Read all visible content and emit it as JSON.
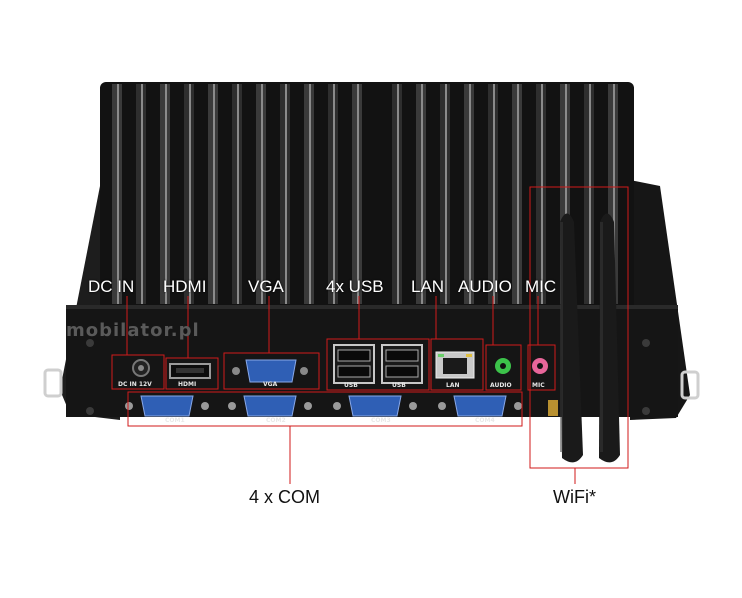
{
  "image": {
    "logo_text": "mobilator.pl"
  },
  "labels": {
    "dc_in": "DC IN",
    "hdmi": "HDMI",
    "vga": "VGA",
    "usb": "4x USB",
    "lan": "LAN",
    "audio": "AUDIO",
    "mic": "MIC",
    "com": "4 x COM",
    "wifi": "WiFi*"
  },
  "silkscreen": {
    "dc_in": "DC IN 12V",
    "hdmi": "HDMI",
    "vga": "VGA",
    "usb1": "USB",
    "usb2": "USB",
    "lan": "LAN",
    "audio": "AUDIO",
    "mic": "MIC",
    "com1": "COM1",
    "com2": "COM2",
    "com3": "COM3",
    "com4": "COM4"
  },
  "colors": {
    "callout": "#d11a1a",
    "device": "#141414",
    "vga_port": "#2f5fb5",
    "audio_jack": "#3cc24a",
    "mic_jack": "#e8669a"
  }
}
